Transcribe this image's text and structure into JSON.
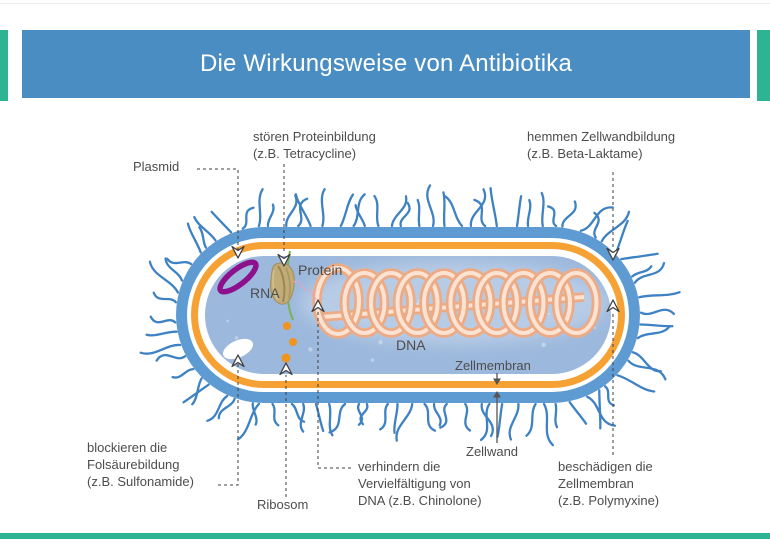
{
  "title_bar": {
    "title": "Die Wirkungsweise von Antibiotika"
  },
  "colors": {
    "accent_green": "#2db492",
    "title_blue": "#4a8dc3",
    "cell_wall_blue": "#5e9bd3",
    "membrane_orange": "#f5a133",
    "cytoplasm_blue": "#9cb8dc",
    "flagella_blue": "#3e82c4",
    "dna_coil_peach": "#ecab85",
    "plasmid_purple": "#8d118d",
    "rna_green": "#79b254",
    "protein_pink": "#ef9ec1",
    "ribosome_dot_orange": "#f0941e",
    "label_gray": "#4d4d4d"
  },
  "diagram": {
    "annotations": {
      "plasmid": "Plasmid",
      "protein_inhibition": "stören Proteinbildung\n(z.B. Tetracycline)",
      "cell_wall_inhibition": "hemmen Zellwandbildung\n(z.B. Beta-Laktame)",
      "folic_acid_block": "blockieren die\nFolsäurebildung\n(z.B. Sulfonamide)",
      "ribosome": "Ribosom",
      "dna_replication_block": "verhindern die\nVervielfältigung von\nDNA (z.B. Chinolone)",
      "membrane_damage": "beschädigen die\nZellmembran\n(z.B. Polymyxine)",
      "rna": "RNA",
      "protein": "Protein",
      "dna": "DNA",
      "cell_membrane": "Zellmembran",
      "cell_wall": "Zellwand"
    }
  }
}
